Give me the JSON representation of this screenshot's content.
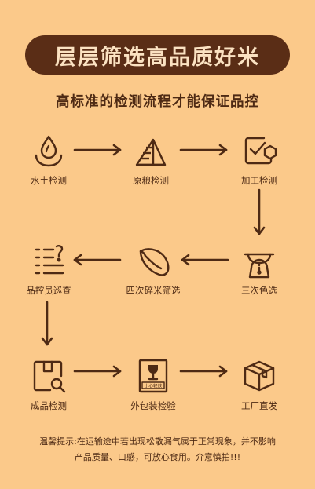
{
  "header": {
    "title": "层层筛选高品质好米",
    "subtitle": "高标准的检测流程才能保证品控"
  },
  "steps": [
    {
      "label": "水土检测",
      "icon": "water-drop-icon"
    },
    {
      "label": "原粮检测",
      "icon": "grain-pile-icon"
    },
    {
      "label": "加工检测",
      "icon": "hexagon-check-icon"
    },
    {
      "label": "三次色选",
      "icon": "scale-icon"
    },
    {
      "label": "四次碎米筛选",
      "icon": "rice-grain-icon"
    },
    {
      "label": "品控员巡查",
      "icon": "checklist-icon"
    },
    {
      "label": "成品检测",
      "icon": "package-magnifier-icon"
    },
    {
      "label": "外包装检验",
      "icon": "fragile-box-icon",
      "badge": "小心轻放"
    },
    {
      "label": "工厂直发",
      "icon": "shipping-box-icon"
    }
  ],
  "footer": {
    "note_line1": "温馨提示:在运输途中若出现松散漏气属于正常现象，并不影响",
    "note_line2": "产品质量、口感，可放心食用。介意慎拍!!!"
  },
  "colors": {
    "background": "#fbc98a",
    "banner": "#5a2d16",
    "banner_text": "#fbe2c2",
    "ink": "#4e2a14"
  }
}
